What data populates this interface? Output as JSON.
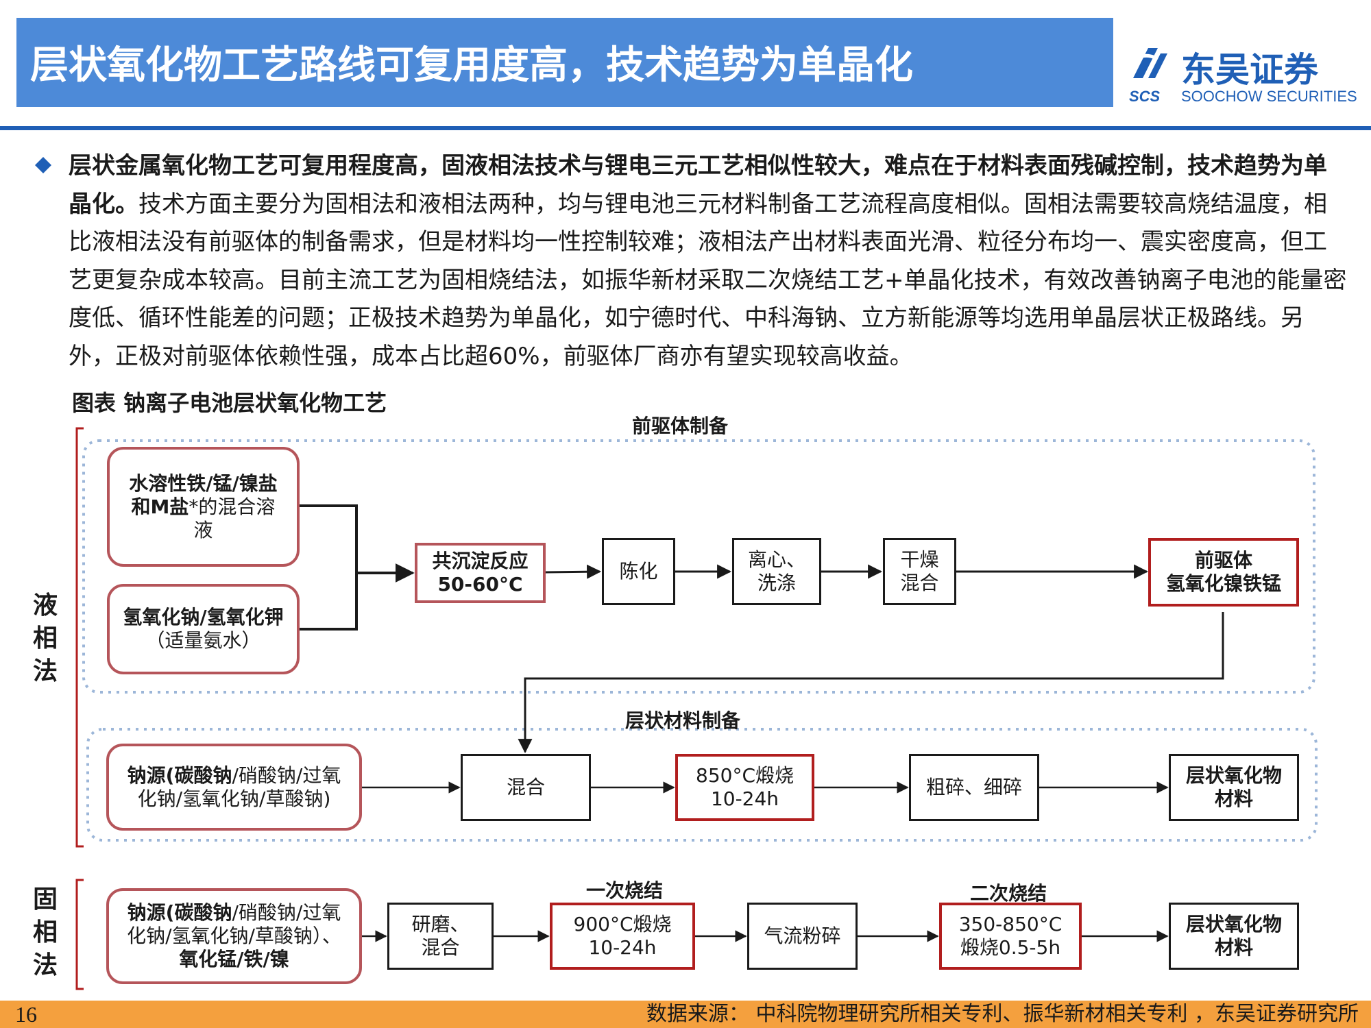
{
  "header": {
    "title": "层状氧化物工艺路线可复用度高，技术趋势为单晶化",
    "logo_name": "东吴证券",
    "logo_abbr": "SCS",
    "logo_en": "SOOCHOW SECURITIES"
  },
  "paragraph": {
    "bold_lead": "层状金属氧化物工艺可复用程度高，固液相法技术与锂电三元工艺相似性较大，难点在于材料表面残碱控制，技术趋势为单晶化。",
    "body": "技术方面主要分为固相法和液相法两种，均与锂电池三元材料制备工艺流程高度相似。固相法需要较高烧结温度，相比液相法没有前驱体的制备需求，但是材料均一性控制较难；液相法产出材料表面光滑、粒径分布均一、震实密度高，但工艺更复杂成本较高。目前主流工艺为固相烧结法，如振华新材采取二次烧结工艺+单晶化技术，有效改善钠离子电池的能量密度低、循环性能差的问题；正极技术趋势为单晶化，如宁德时代、中科海钠、立方新能源等均选用单晶层状正极路线。另外，正极对前驱体依赖性强，成本占比超60%，前驱体厂商亦有望实现较高收益。"
  },
  "figure": {
    "title": "图表  钠离子电池层状氧化物工艺",
    "liquid_label": [
      "液",
      "相",
      "法"
    ],
    "solid_label": [
      "固",
      "相",
      "法"
    ],
    "precursor_section": "前驱体制备",
    "layered_section": "层状材料制备",
    "first_sinter": "一次烧结",
    "second_sinter": "二次烧结",
    "nodes": {
      "salt_solution_bold": "水溶性铁/锰/镍盐和M盐",
      "salt_solution_rest": "*的混合溶液",
      "hydroxide_bold": "氢氧化钠/氢氧化钾",
      "hydroxide_rest": "（适量氨水）",
      "coprecip_1": "共沉淀反应",
      "coprecip_2": "50-60°C",
      "aging": "陈化",
      "centrifuge_1": "离心、",
      "centrifuge_2": "洗涤",
      "dry_1": "干燥",
      "dry_2": "混合",
      "precursor_1": "前驱体",
      "precursor_2": "氢氧化镍铁锰",
      "sodium_src_bold": "钠源(碳酸钠",
      "sodium_src_rest": "/硝酸钠/过氧化钠/氢氧化钠/草酸钠)",
      "mix": "混合",
      "calc_1": "850°C煅烧",
      "calc_2": "10-24h",
      "crush": "粗碎、细碎",
      "product_1": "层状氧化物",
      "product_2": "材料",
      "solid_src_bold1": "钠源(碳酸钠",
      "solid_src_mid": "/硝酸钠/过氧化钠/氢氧化钠/草酸钠）、",
      "solid_src_bold2": "氧化锰/铁/镍",
      "grind_1": "研磨、",
      "grind_2": "混合",
      "calc900_1": "900°C煅烧",
      "calc900_2": "10-24h",
      "airflow": "气流粉碎",
      "calc350_1": "350-850°C",
      "calc350_2": "煅烧0.5-5h",
      "product2_1": "层状氧化物",
      "product2_2": "材料"
    }
  },
  "footer": {
    "page": "16",
    "source": "数据来源：  中科院物理研究所相关专利、振华新材相关专利 ，东吴证券研究所"
  },
  "colors": {
    "title_bg": "#4d8ad8",
    "brand": "#1f5fb6",
    "accent_red": "#b11e1e",
    "round_border": "#b5555a",
    "dotted": "#9cb6d8",
    "footer_bg": "#f4a03e"
  }
}
